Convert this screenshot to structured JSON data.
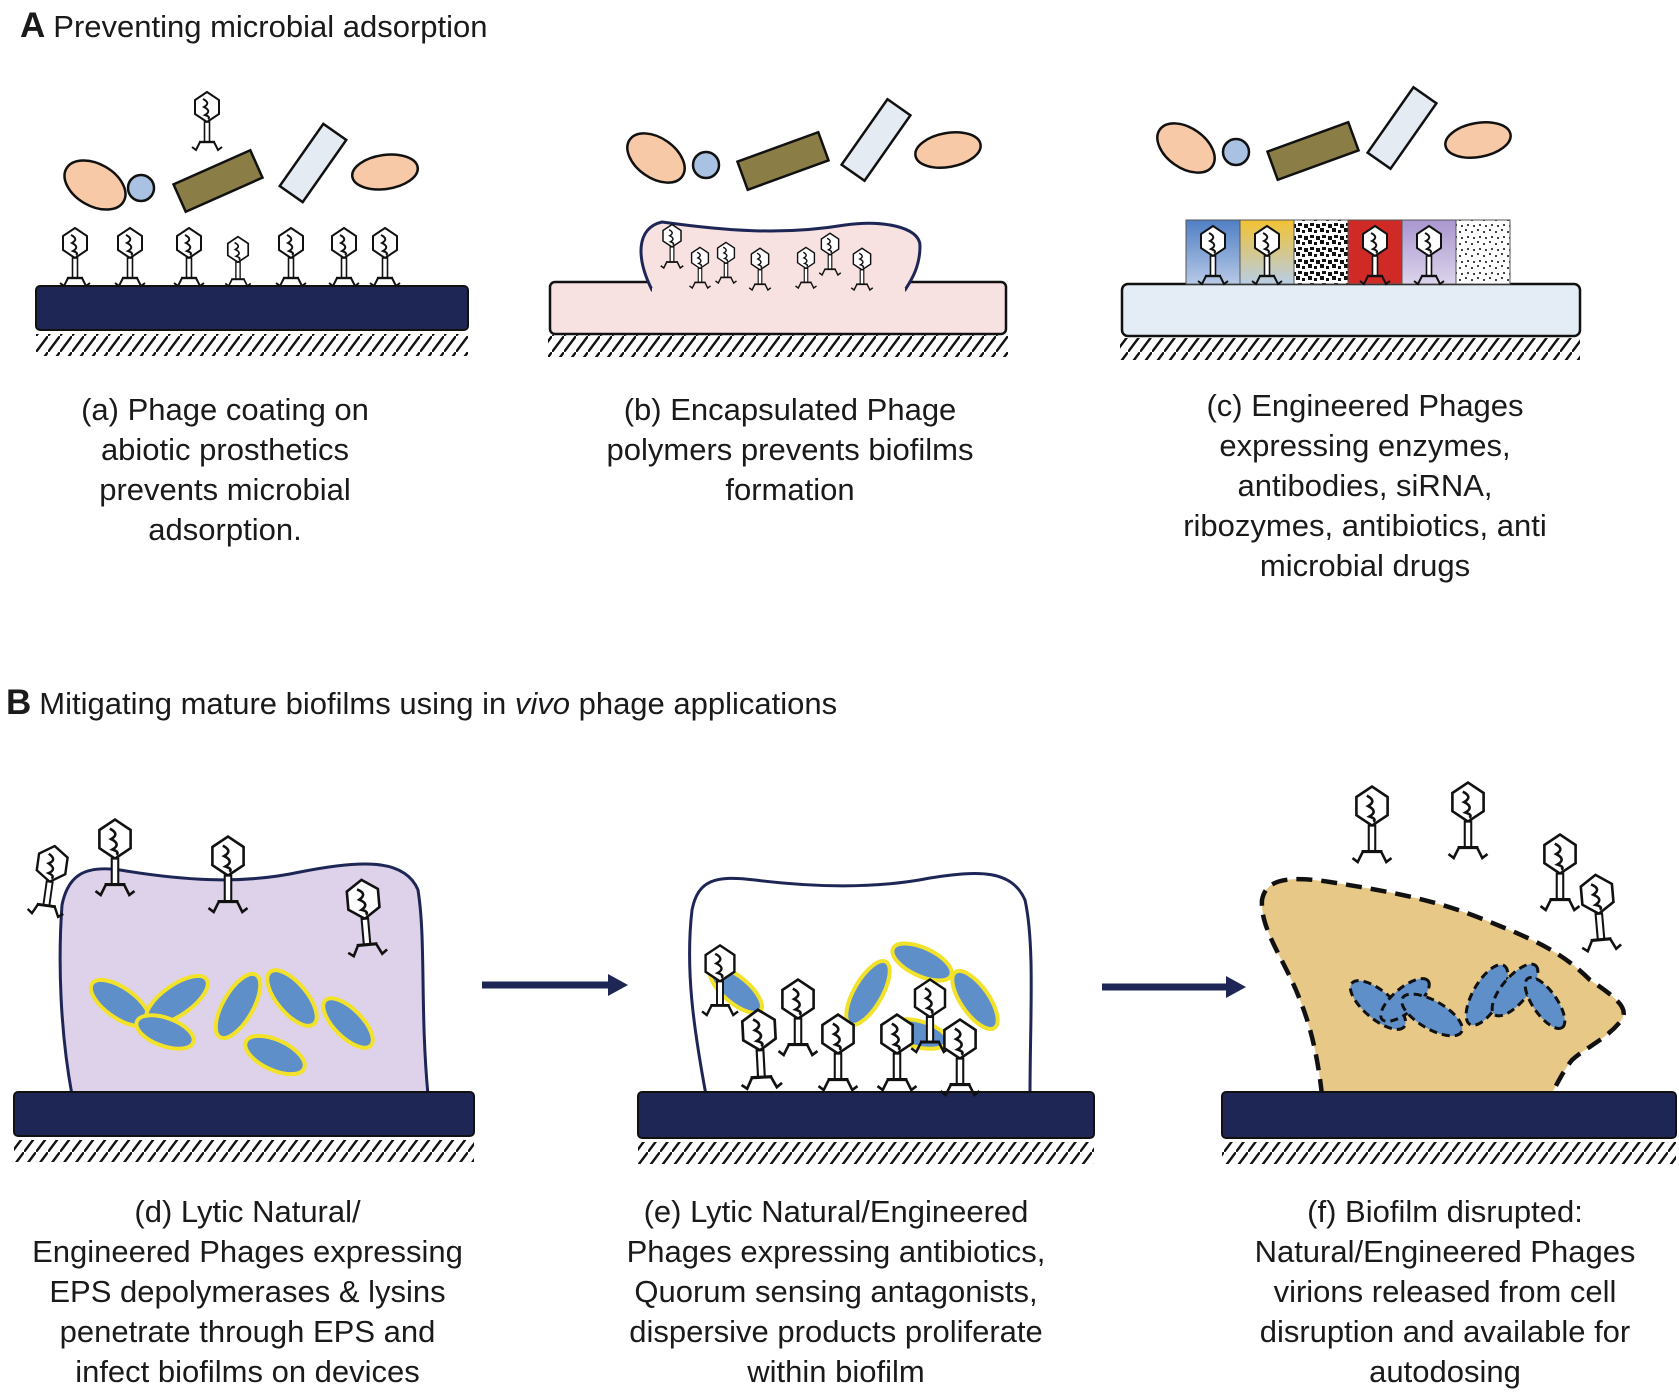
{
  "sectionA": {
    "letter": "A",
    "title": "Preventing microbial adsorption"
  },
  "sectionB": {
    "letter": "B",
    "title_before": "Mitigating mature biofilms using in ",
    "title_italic": "vivo",
    "title_after": " phage applications"
  },
  "captions": {
    "a": [
      "(a) Phage coating on",
      "abiotic prosthetics",
      "prevents microbial",
      "adsorption."
    ],
    "b": [
      "(b) Encapsulated Phage",
      "polymers prevents biofilms",
      "formation"
    ],
    "c": [
      "(c) Engineered Phages",
      "expressing enzymes,",
      "antibodies, siRNA,",
      "ribozymes, antibiotics, anti",
      "microbial drugs"
    ],
    "d": [
      "(d) Lytic Natural/",
      "Engineered Phages expressing",
      "EPS depolymerases & lysins",
      "penetrate through EPS and",
      "infect biofilms on devices"
    ],
    "e": [
      "(e) Lytic Natural/Engineered",
      "Phages expressing antibiotics,",
      "Quorum sensing antagonists,",
      "dispersive products proliferate",
      "within biofilm"
    ],
    "f": [
      "(f) Biofilm disrupted:",
      "Natural/Engineered Phages",
      "virions released from cell",
      "disruption and available for",
      "autodosing"
    ]
  },
  "colors": {
    "substrate_dark": "#1e2656",
    "substrate_pink": "#f8e1e1",
    "substrate_light": "#e4ecf6",
    "cell_orange": "#f8c9a6",
    "cell_blue_round": "#a9c2e3",
    "rod_olive": "#8a7d46",
    "rod_light": "#e5ebf3",
    "biofilm_lavender": "#ddd2ea",
    "biofilm_gold": "#e7c887",
    "bacteria_blue": "#5f8fc9",
    "bacteria_outline": "#f2e22a",
    "arrow": "#1e2656"
  }
}
